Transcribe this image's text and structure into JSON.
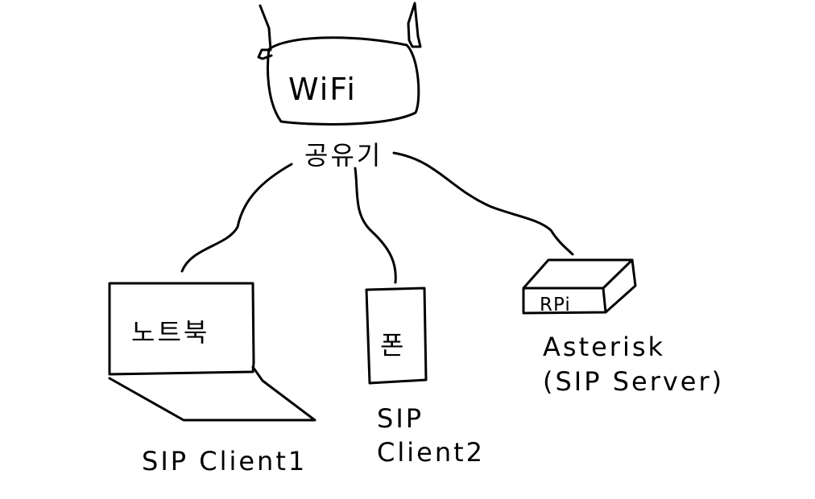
{
  "router": {
    "label": "WiFi",
    "sublabel": "공유기"
  },
  "devices": {
    "laptop": {
      "screen_label": "노트북",
      "caption": "SIP Client1"
    },
    "phone": {
      "screen_label": "폰",
      "caption_line1": "SIP",
      "caption_line2": "Client2"
    },
    "rpi": {
      "box_label": "RPi",
      "caption_line1": "Asterisk",
      "caption_line2": "(SIP Server)"
    }
  },
  "colors": {
    "ink": "#000000",
    "background": "#ffffff"
  }
}
